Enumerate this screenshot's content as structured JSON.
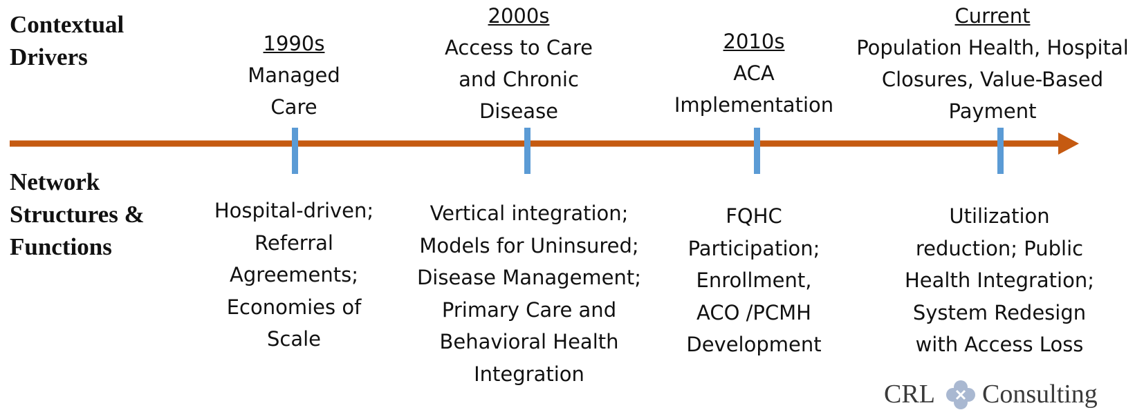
{
  "row_labels": {
    "top": "Contextual\nDrivers",
    "bottom": "Network\nStructures &\nFunctions"
  },
  "eras": [
    {
      "head": "1990s",
      "driver": "Managed\nCare",
      "functions": "Hospital-driven;\nReferral\nAgreements;\nEconomies of\nScale"
    },
    {
      "head": "2000s",
      "driver": "Access to Care\nand Chronic\nDisease",
      "functions": "Vertical integration;\nModels for Uninsured;\nDisease Management;\nPrimary Care and\nBehavioral Health\nIntegration"
    },
    {
      "head": "2010s",
      "driver": "ACA\nImplementation",
      "functions": "FQHC\nParticipation;\nEnrollment,\nACO /PCMH\nDevelopment"
    },
    {
      "head": "Current",
      "driver": "Population Health, Hospital\nClosures, Value-Based\nPayment",
      "functions": "Utilization\nreduction; Public\nHealth Integration;\nSystem Redesign\nwith Access Loss"
    }
  ],
  "logo": {
    "left_text": "CRL",
    "right_text": "Consulting"
  },
  "colors": {
    "arrow": "#c55a11",
    "ticks": "#5b9bd5",
    "logo_mark": "#a9b8d1"
  }
}
